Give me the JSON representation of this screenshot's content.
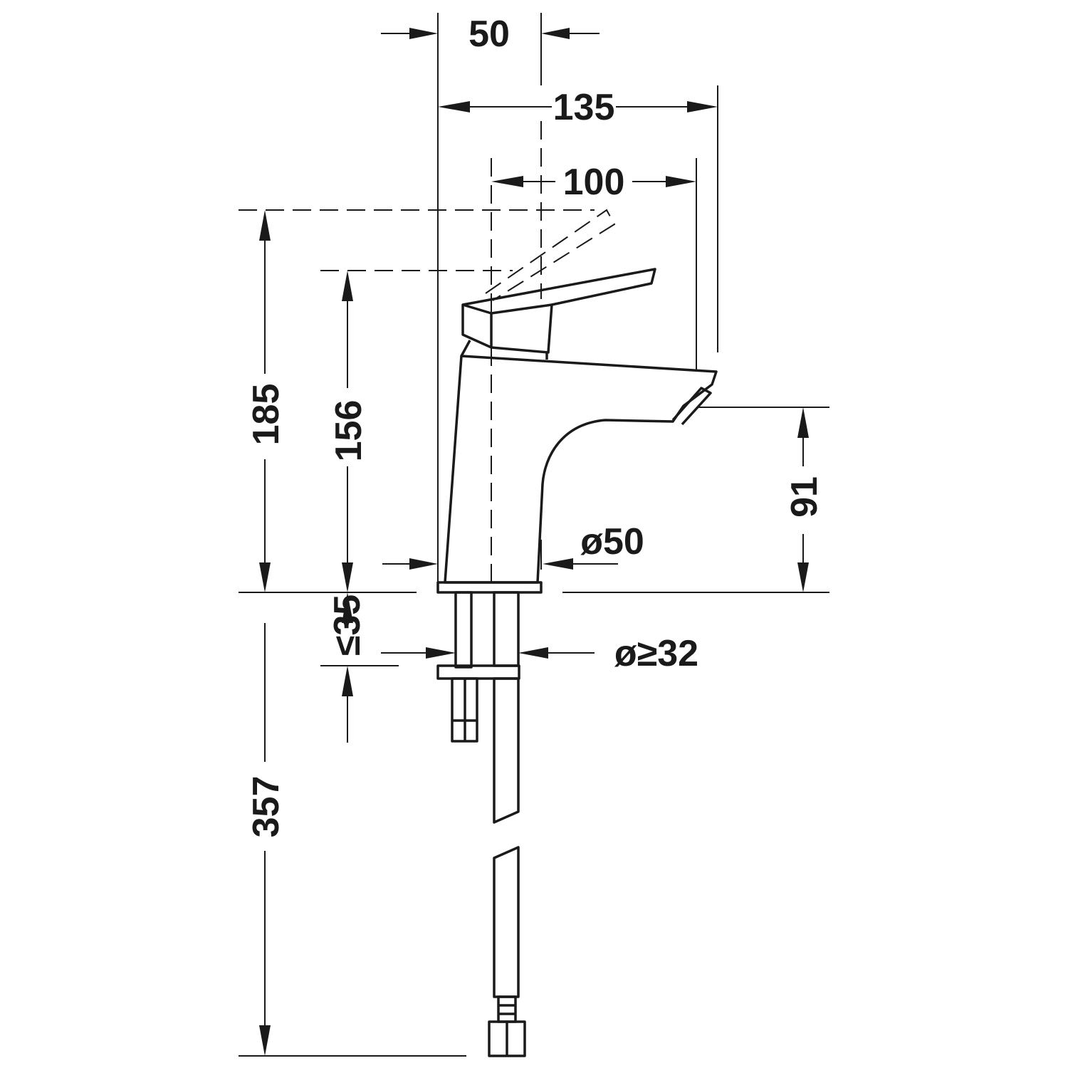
{
  "drawing": {
    "dimensions": {
      "base_width": "50",
      "overall_depth": "135",
      "spout_reach": "100",
      "total_height": "185",
      "lever_height": "156",
      "spout_height": "91",
      "base_diameter": "ø50",
      "deck_thickness": "≤35",
      "hole_diameter": "ø≥32",
      "hose_length": "357"
    }
  }
}
